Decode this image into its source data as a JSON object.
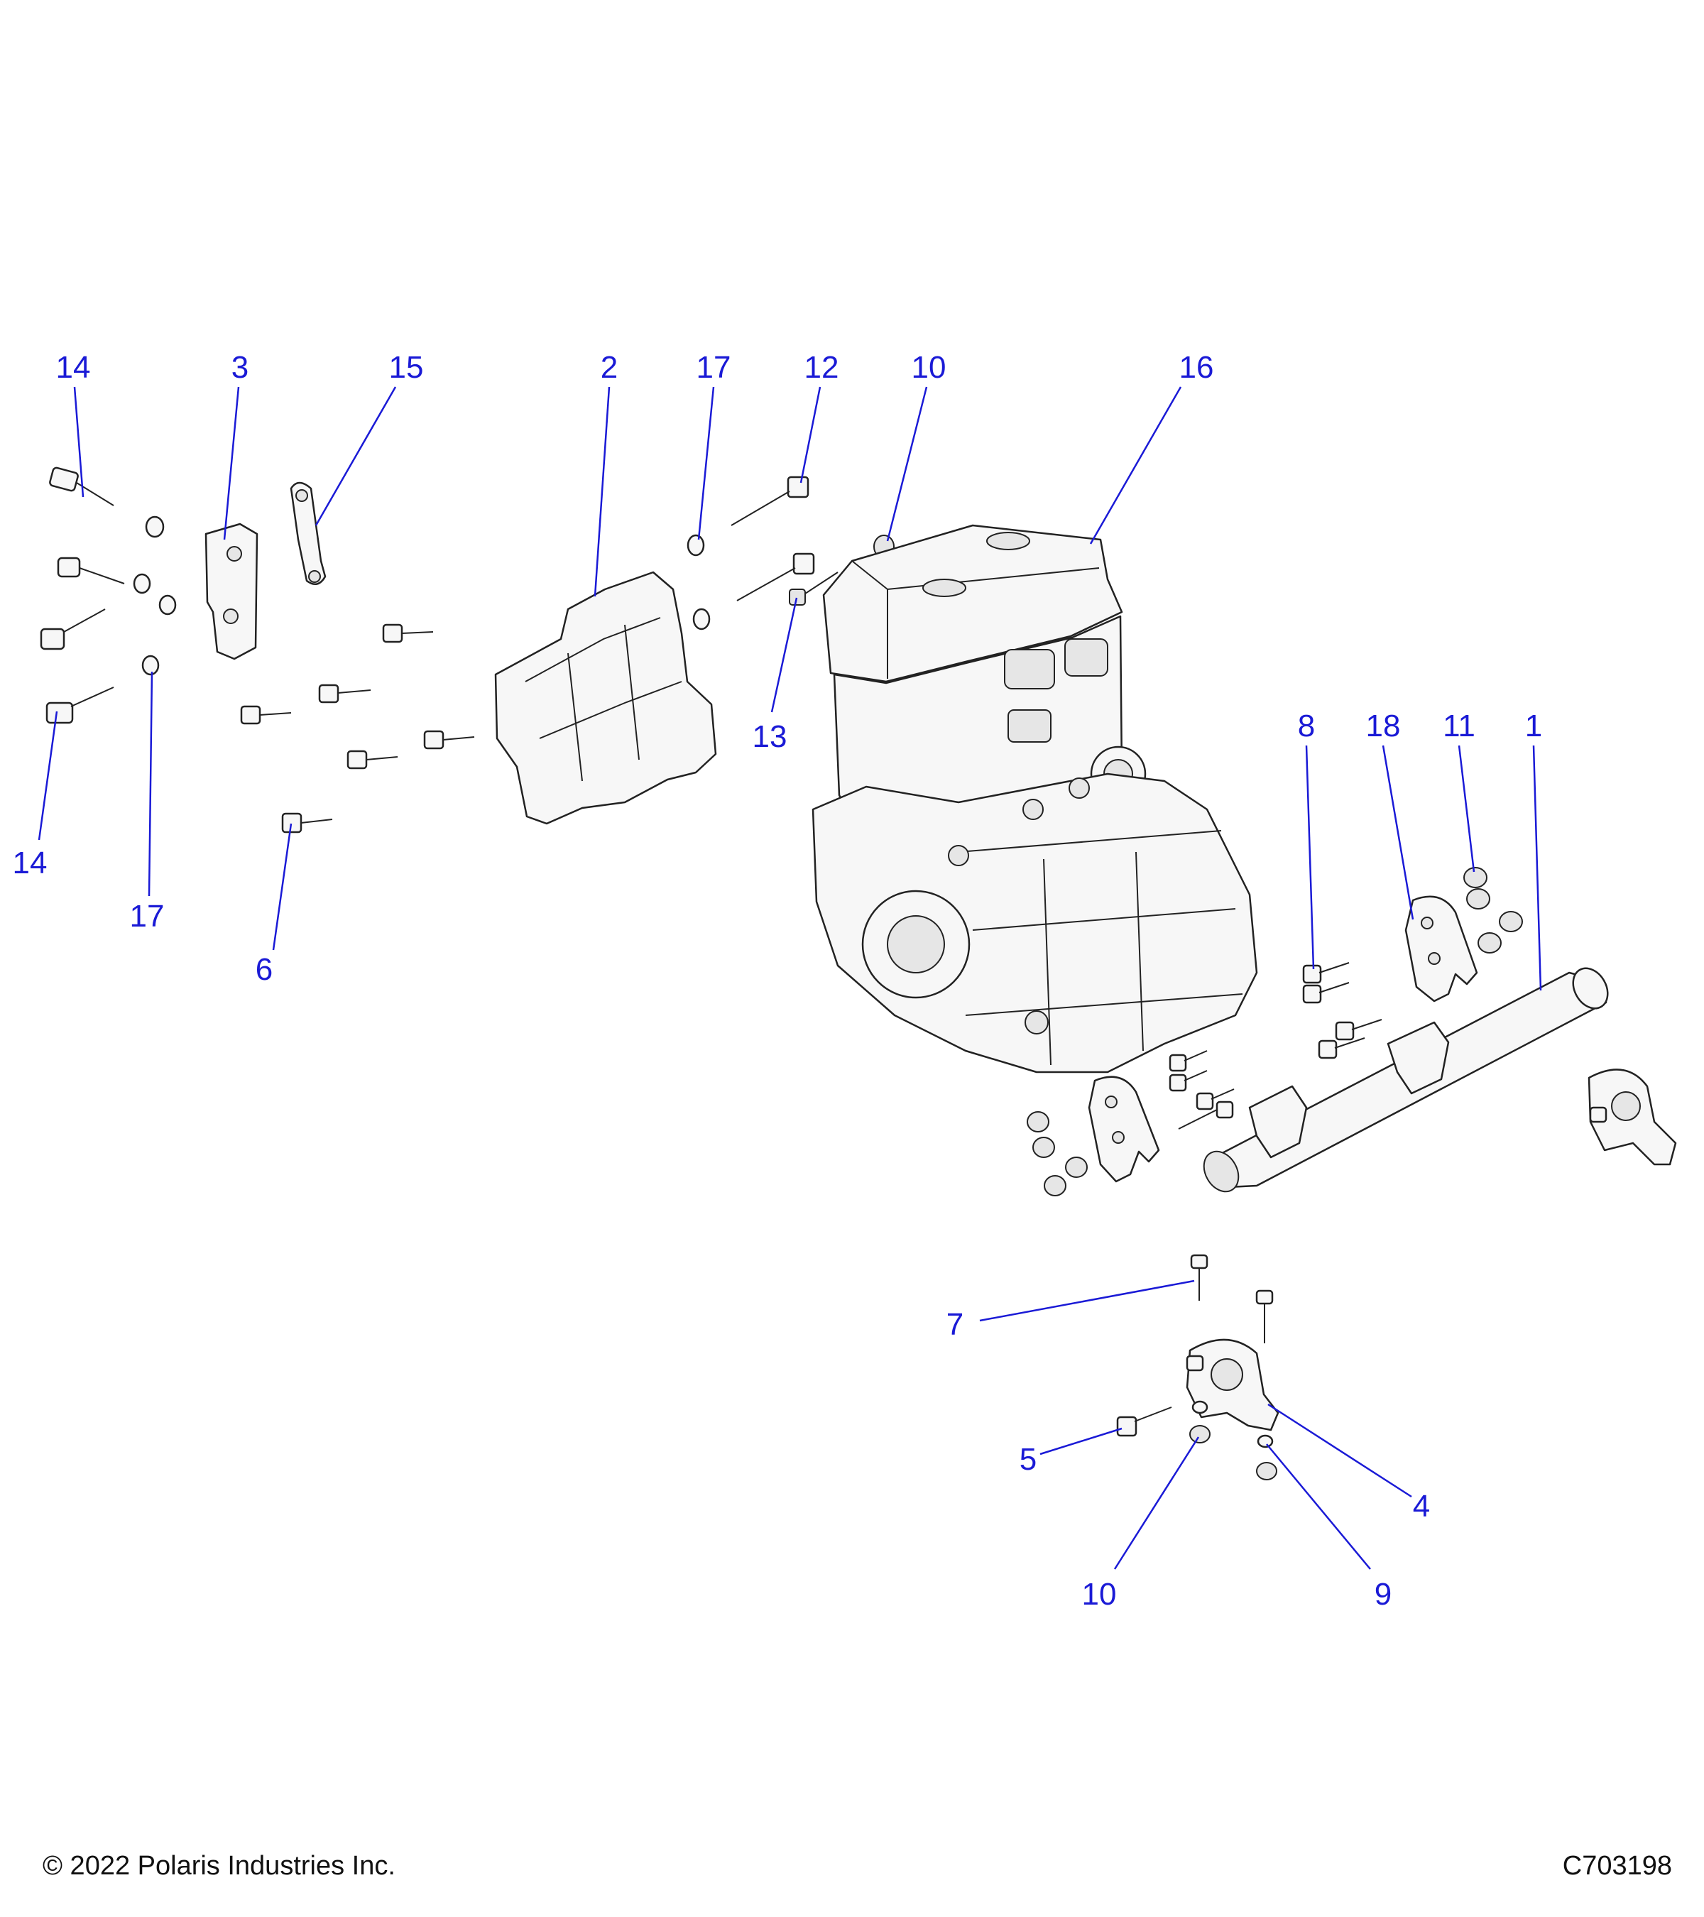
{
  "callouts": [
    {
      "id": "c14a",
      "text": "14"
    },
    {
      "id": "c3",
      "text": "3"
    },
    {
      "id": "c15",
      "text": "15"
    },
    {
      "id": "c2",
      "text": "2"
    },
    {
      "id": "c17a",
      "text": "17"
    },
    {
      "id": "c12",
      "text": "12"
    },
    {
      "id": "c10a",
      "text": "10"
    },
    {
      "id": "c16",
      "text": "16"
    },
    {
      "id": "c13",
      "text": "13"
    },
    {
      "id": "c14b",
      "text": "14"
    },
    {
      "id": "c17b",
      "text": "17"
    },
    {
      "id": "c6",
      "text": "6"
    },
    {
      "id": "c8",
      "text": "8"
    },
    {
      "id": "c18",
      "text": "18"
    },
    {
      "id": "c11",
      "text": "11"
    },
    {
      "id": "c1",
      "text": "1"
    },
    {
      "id": "c7",
      "text": "7"
    },
    {
      "id": "c5",
      "text": "5"
    },
    {
      "id": "c4",
      "text": "4"
    },
    {
      "id": "c10b",
      "text": "10"
    },
    {
      "id": "c9",
      "text": "9"
    }
  ],
  "footer": {
    "copyright": "© 2022 Polaris Industries Inc.",
    "figure_code": "C703198"
  }
}
